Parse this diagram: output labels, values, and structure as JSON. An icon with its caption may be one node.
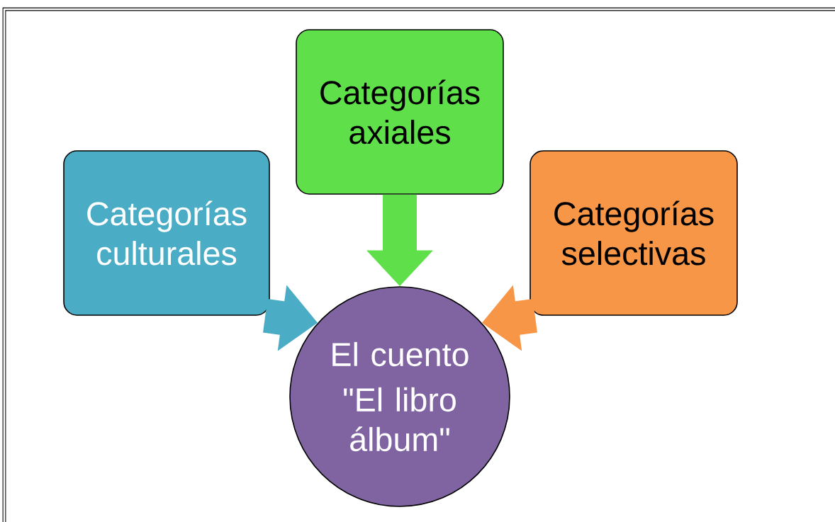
{
  "diagram": {
    "nodes": [
      {
        "text": [
          "Categorías culturales"
        ]
      },
      {
        "text": [
          "Categorías axiales"
        ]
      },
      {
        "text": [
          "Categorías selectivas"
        ]
      },
      {
        "text": [
          "El cuento",
          "\"El libro álbum\""
        ]
      }
    ],
    "edges": [
      {
        "from": 0,
        "to": 3,
        "arrow": "to",
        "color": "#4bacc6"
      },
      {
        "from": 1,
        "to": 3,
        "arrow": "to",
        "color": "#5fe04a"
      },
      {
        "from": 2,
        "to": 3,
        "arrow": "to",
        "color": "#f79646"
      }
    ]
  }
}
